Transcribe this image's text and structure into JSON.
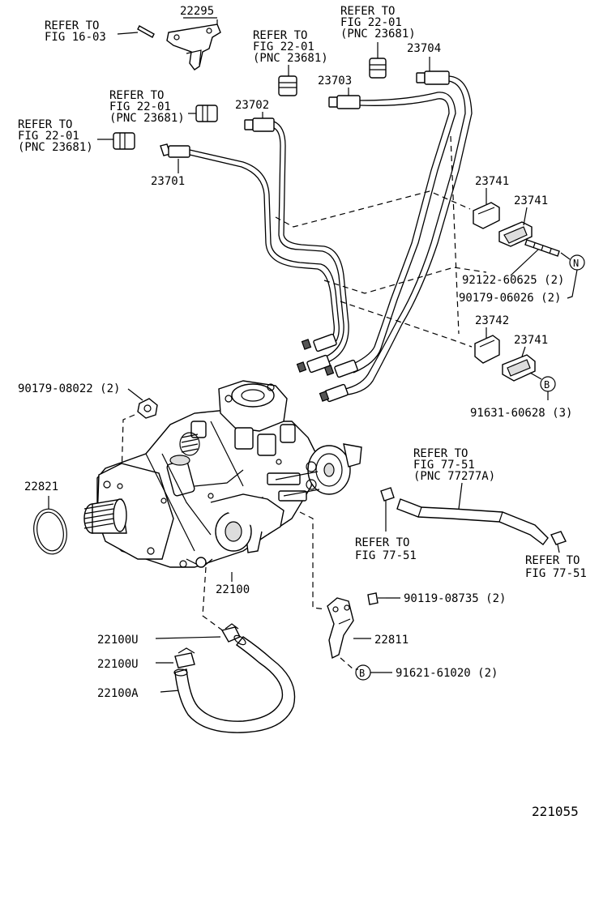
{
  "labels": {
    "ref_16_03_a": "REFER TO",
    "ref_16_03_b": "FIG 16-03",
    "p22295": "22295",
    "ref_top1_a": "REFER TO",
    "ref_top1_b": "FIG 22-01",
    "ref_top1_c": "(PNC 23681)",
    "ref_top2_a": "REFER TO",
    "ref_top2_b": "FIG 22-01",
    "ref_top2_c": "(PNC 23681)",
    "p23704": "23704",
    "p23703": "23703",
    "ref_mid_a": "REFER TO",
    "ref_mid_b": "FIG 22-01",
    "ref_mid_c": "(PNC 23681)",
    "p23702": "23702",
    "ref_left_a": "REFER TO",
    "ref_left_b": "FIG 22-01",
    "ref_left_c": "(PNC 23681)",
    "p23701": "23701",
    "p23741_a": "23741",
    "p23741_b": "23741",
    "p92122": "92122-60625 (2)",
    "p90179_06026": "90179-06026 (2)",
    "circle_n": "N",
    "p23742": "23742",
    "p23741_c": "23741",
    "circle_b1": "B",
    "p91631": "91631-60628 (3)",
    "p90179_08022": "90179-08022 (2)",
    "p22821": "22821",
    "ref_77_51_a_1": "REFER TO",
    "ref_77_51_a_2": "FIG 77-51",
    "ref_77_51_a_3": "(PNC 77277A)",
    "ref_77_51_b_1": "REFER TO",
    "ref_77_51_b_2": "FIG 77-51",
    "ref_77_51_c_1": "REFER TO",
    "ref_77_51_c_2": "FIG 77-51",
    "p22100": "22100",
    "p90119": "90119-08735 (2)",
    "p22100U_a": "22100U",
    "p22811": "22811",
    "p22100U_b": "22100U",
    "circle_b2": "B",
    "p91621": "91621-61020 (2)",
    "p22100A": "22100A",
    "figure_id": "221055"
  }
}
